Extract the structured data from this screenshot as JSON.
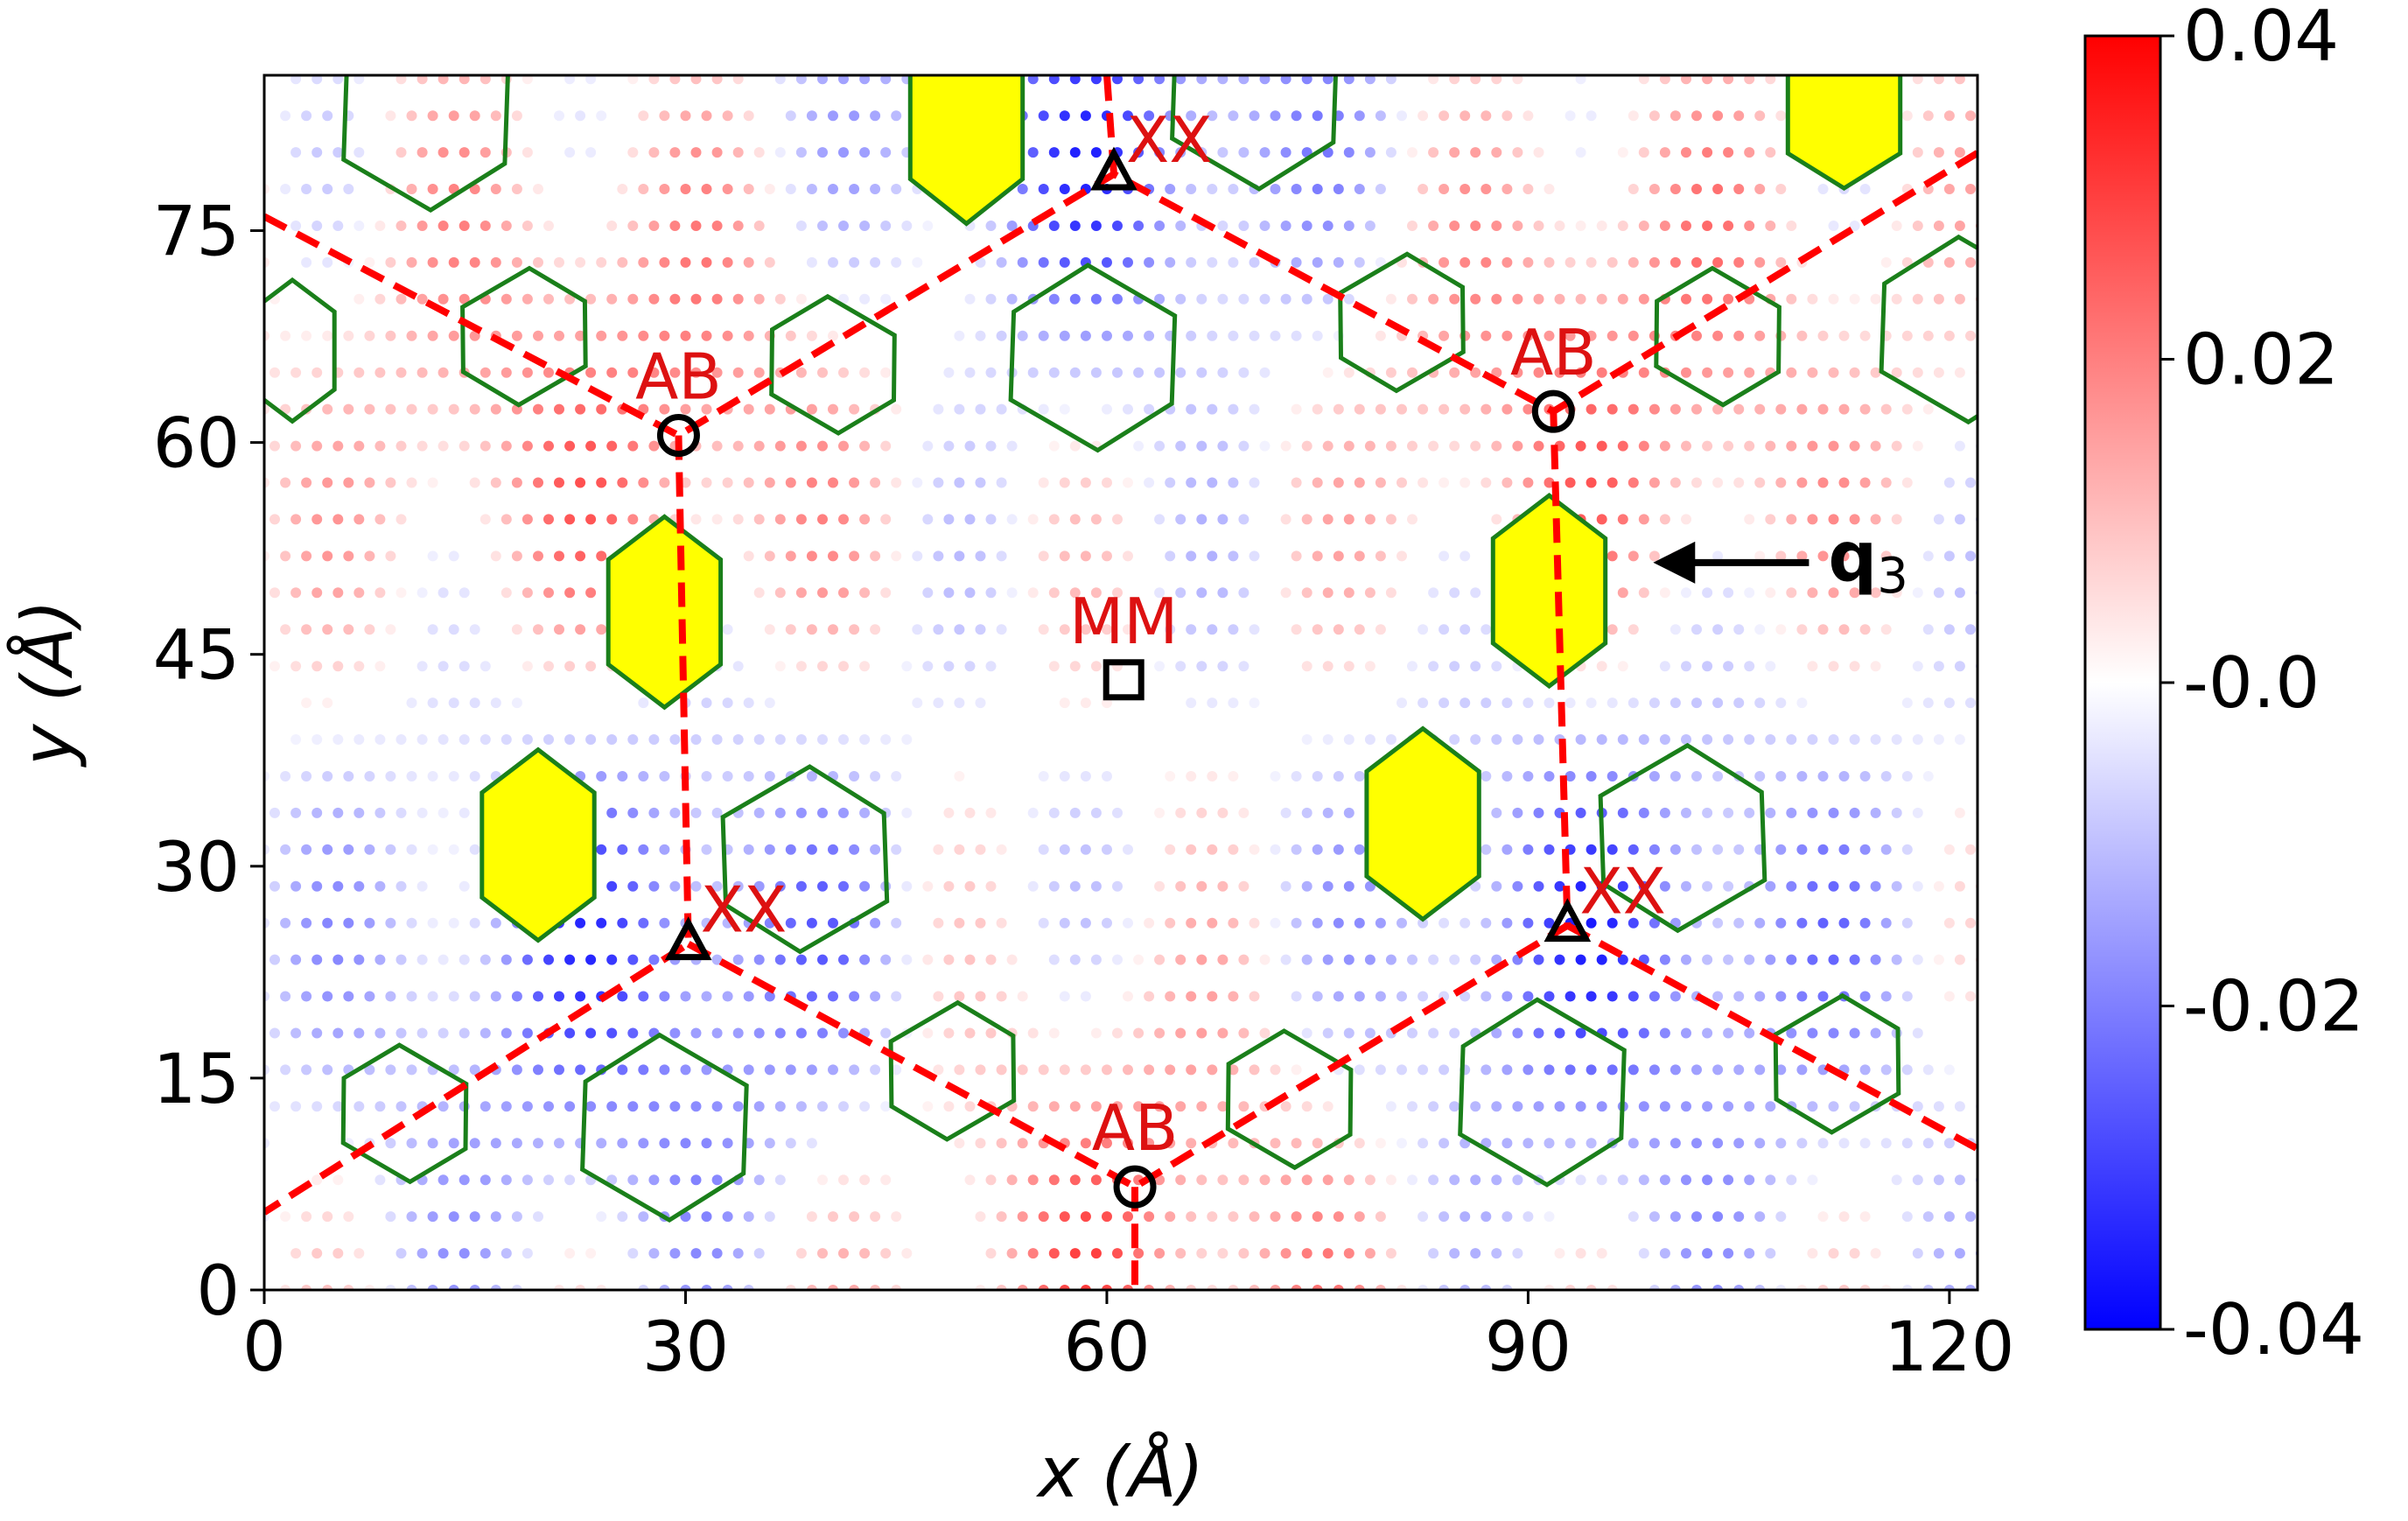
{
  "chart_data": {
    "type": "scatter",
    "xlabel": "x (Å)",
    "ylabel": "y (Å)",
    "xlim": [
      0,
      122
    ],
    "ylim": [
      0,
      86
    ],
    "xticks": [
      0,
      30,
      60,
      90,
      120
    ],
    "yticks": [
      0,
      15,
      30,
      45,
      60,
      75
    ],
    "grid": false,
    "colormap": {
      "name": "bwr",
      "low": "#0000ff",
      "mid": "#ffffff",
      "high": "#ff0000"
    },
    "colorbar": {
      "vmin": -0.04,
      "vmax": 0.04,
      "ticks": [
        {
          "value": 0.04,
          "label": "0.04"
        },
        {
          "value": 0.02,
          "label": "0.02"
        },
        {
          "value": 0.0,
          "label": "-0.0"
        },
        {
          "value": -0.02,
          "label": "-0.02"
        },
        {
          "value": -0.04,
          "label": "-0.04"
        }
      ]
    },
    "domain_wall_color": "#ff0000",
    "polygon_colors": {
      "edge": "#1a7f1a",
      "filled": "#ffff00"
    },
    "stacking_sites": [
      {
        "label": "AB",
        "marker": "circle",
        "x": 29.5,
        "y": 60.5
      },
      {
        "label": "AB",
        "marker": "circle",
        "x": 91.8,
        "y": 62.2
      },
      {
        "label": "AB",
        "marker": "circle",
        "x": 62.0,
        "y": 7.3
      },
      {
        "label": "XX",
        "marker": "triangle",
        "x": 60.5,
        "y": 79.0
      },
      {
        "label": "XX",
        "marker": "triangle",
        "x": 30.2,
        "y": 24.5
      },
      {
        "label": "XX",
        "marker": "triangle",
        "x": 92.8,
        "y": 25.8
      },
      {
        "label": "MM",
        "marker": "square",
        "x": 61.2,
        "y": 43.2
      }
    ],
    "domain_walls": [
      [
        [
          0,
          76
        ],
        [
          29.5,
          60.5
        ],
        [
          60.5,
          79
        ],
        [
          91.8,
          62.2
        ],
        [
          122,
          80.5
        ]
      ],
      [
        [
          29.5,
          60.5
        ],
        [
          30.2,
          24.5
        ],
        [
          0,
          5.5
        ]
      ],
      [
        [
          30.2,
          24.5
        ],
        [
          62,
          7.3
        ],
        [
          92.8,
          25.8
        ],
        [
          91.8,
          62.2
        ]
      ],
      [
        [
          92.8,
          25.8
        ],
        [
          122,
          10
        ]
      ],
      [
        [
          60.5,
          79
        ],
        [
          60,
          86
        ]
      ],
      [
        [
          62,
          7.3
        ],
        [
          62,
          0
        ]
      ]
    ],
    "polygons": [
      {
        "filled": true,
        "cx": 50.0,
        "cy": 82.5,
        "w": 8.0,
        "h": 14.0,
        "rot": 0
      },
      {
        "filled": true,
        "cx": 112.5,
        "cy": 83.5,
        "w": 8.0,
        "h": 11.0,
        "rot": 0
      },
      {
        "filled": true,
        "cx": 28.5,
        "cy": 48.0,
        "w": 8.0,
        "h": 13.5,
        "rot": 0
      },
      {
        "filled": true,
        "cx": 91.5,
        "cy": 49.5,
        "w": 8.0,
        "h": 13.5,
        "rot": 0
      },
      {
        "filled": true,
        "cx": 19.5,
        "cy": 31.5,
        "w": 8.0,
        "h": 13.5,
        "rot": 0
      },
      {
        "filled": true,
        "cx": 82.5,
        "cy": 33.0,
        "w": 8.0,
        "h": 13.5,
        "rot": 0
      },
      {
        "filled": false,
        "cx": 11.5,
        "cy": 83.0,
        "w": 11.0,
        "h": 13.0,
        "rot": 60
      },
      {
        "filled": false,
        "cx": 70.5,
        "cy": 84.5,
        "w": 11.0,
        "h": 13.0,
        "rot": 60
      },
      {
        "filled": false,
        "cx": 18.5,
        "cy": 67.5,
        "w": 8.0,
        "h": 10.0,
        "rot": -60
      },
      {
        "filled": false,
        "cx": 40.5,
        "cy": 65.5,
        "w": 8.0,
        "h": 10.0,
        "rot": 60
      },
      {
        "filled": false,
        "cx": 59.0,
        "cy": 66.0,
        "w": 11.0,
        "h": 13.0,
        "rot": 60
      },
      {
        "filled": false,
        "cx": 81.0,
        "cy": 68.5,
        "w": 8.0,
        "h": 10.0,
        "rot": -60
      },
      {
        "filled": false,
        "cx": 103.5,
        "cy": 67.5,
        "w": 8.0,
        "h": 10.0,
        "rot": 60
      },
      {
        "filled": false,
        "cx": 121.0,
        "cy": 68.0,
        "w": 11.0,
        "h": 13.0,
        "rot": 60
      },
      {
        "filled": false,
        "cx": 2.0,
        "cy": 66.5,
        "w": 6.0,
        "h": 10.0,
        "rot": 0
      },
      {
        "filled": false,
        "cx": 38.5,
        "cy": 30.5,
        "w": 11.0,
        "h": 13.0,
        "rot": -60
      },
      {
        "filled": false,
        "cx": 101.0,
        "cy": 32.0,
        "w": 11.0,
        "h": 13.0,
        "rot": -60
      },
      {
        "filled": false,
        "cx": 10.0,
        "cy": 12.5,
        "w": 8.0,
        "h": 10.0,
        "rot": 60
      },
      {
        "filled": false,
        "cx": 28.5,
        "cy": 11.5,
        "w": 11.0,
        "h": 13.0,
        "rot": 60
      },
      {
        "filled": false,
        "cx": 49.0,
        "cy": 15.5,
        "w": 8.0,
        "h": 10.0,
        "rot": -60
      },
      {
        "filled": false,
        "cx": 73.0,
        "cy": 13.5,
        "w": 8.0,
        "h": 10.0,
        "rot": 60
      },
      {
        "filled": false,
        "cx": 91.0,
        "cy": 14.0,
        "w": 11.0,
        "h": 13.0,
        "rot": 60
      },
      {
        "filled": false,
        "cx": 112.0,
        "cy": 16.0,
        "w": 8.0,
        "h": 10.0,
        "rot": -60
      }
    ],
    "annotation": {
      "label": "q",
      "subscript": "3",
      "arrow_from": [
        110,
        51.5
      ],
      "arrow_to": [
        99.5,
        51.5
      ]
    },
    "charge_density_samples": {
      "note_value_range": [
        -0.04,
        0.04
      ],
      "mm_region_center": [
        61,
        43
      ],
      "ab_region_value": 0.02,
      "xx_region_value": -0.02
    }
  }
}
